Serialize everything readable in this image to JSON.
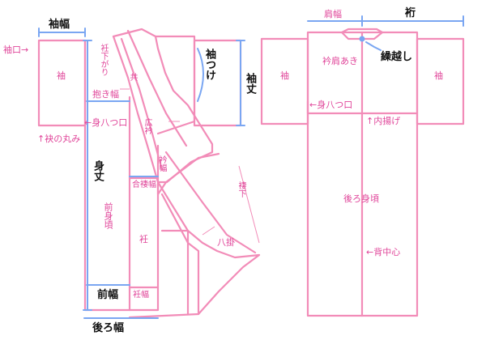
{
  "colors": {
    "outline": "#f28cb8",
    "measure": "#7aa6f2",
    "text_pink": "#e0469a",
    "text_dark": "#111111"
  },
  "front": {
    "sode_haba": "袖幅",
    "sodeguchi": "袖口→",
    "sode": "袖",
    "okumi_sagari": "衽下がり",
    "tomohaba": "共",
    "hiroeri": "広衿",
    "sodetsuke": "袖つけ",
    "sodetake": "袖丈",
    "dakihaba": "抱き幅",
    "miyatsukuchi": "←身八つ口",
    "tamoto_no_marumi": "↑袂の丸み",
    "mitake": "身丈",
    "erihaba": "衿幅",
    "awaseduma_haba": "合褄幅",
    "tsuma_sagari": "褄下",
    "mae_migoro": "前身頃",
    "okumi": "衽",
    "hakkake": "八掛",
    "maehaba": "前幅",
    "okumihaba": "衽幅",
    "ushirohaba": "後ろ幅"
  },
  "back": {
    "katahaba": "肩幅",
    "yuki": "裄",
    "eri_kataaki": "衿肩あき",
    "kurikoshi": "繰越し",
    "sode_left": "袖",
    "sode_right": "袖",
    "miyatsukuchi": "←身八つ口",
    "uchiage": "↑内揚げ",
    "ushiro_migoro": "後ろ身頃",
    "senaka_shin": "←背中心"
  }
}
